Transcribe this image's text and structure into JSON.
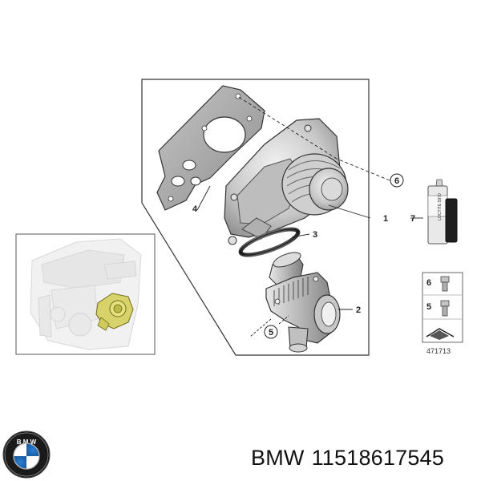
{
  "diagram": {
    "callouts": [
      {
        "id": "1",
        "label": "1"
      },
      {
        "id": "2",
        "label": "2"
      },
      {
        "id": "3",
        "label": "3"
      },
      {
        "id": "4",
        "label": "4"
      },
      {
        "id": "5",
        "label": "5"
      },
      {
        "id": "6",
        "label": "6"
      },
      {
        "id": "7",
        "label": "7"
      }
    ],
    "legend": {
      "bolt_6_label": "6",
      "bolt_5_label": "5",
      "diagram_number": "471713"
    },
    "sealant_tube_text": "LOCTITE 5970"
  },
  "caption": {
    "brand": "BMW",
    "part_number": "11518617545"
  },
  "colors": {
    "line": "#1e1e1e",
    "part_fill": "#d9d9d9",
    "part_shade": "#a7a7a7",
    "highlight": "#c9c45a"
  }
}
